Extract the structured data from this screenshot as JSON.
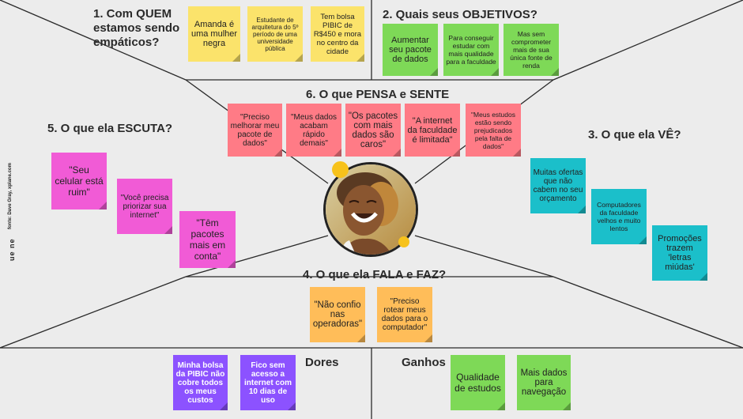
{
  "sections": {
    "who": "1. Com QUEM estamos sendo empáticos?",
    "goals": "2. Quais seus OBJETIVOS?",
    "sees": "3. O que ela VÊ?",
    "says_does": "4. O que ela FALA e FAZ?",
    "hears": "5. O que ela ESCUTA?",
    "thinks_feels": "6. O que PENSA e SENTE",
    "pains": "Dores",
    "gains": "Ganhos"
  },
  "credit": "fonte: Dave Gray, xplane.com",
  "logo": "ue ne",
  "notes": {
    "who": [
      "Amanda é uma mulher negra",
      "Estudante de arquitetura do 5º período de uma universidade pública",
      "Tem bolsa PIBIC de R$450 e mora no centro da cidade"
    ],
    "goals": [
      "Aumentar seu pacote de dados",
      "Para conseguir estudar com mais qualidade para a faculdade",
      "Mas sem comprometer mais de sua única fonte de renda"
    ],
    "thinks": [
      "\"Preciso melhorar meu pacote de dados\"",
      "\"Meus dados acabam rápido demais\"",
      "\"Os pacotes com mais dados são caros\"",
      "\"A internet da faculdade é limitada\"",
      "\"Meus estudos estão sendo prejudicados pela falta de dados\""
    ],
    "hears": [
      "\"Seu celular está ruim\"",
      "\"Você precisa priorizar sua internet\"",
      "\"Têm pacotes mais em conta\""
    ],
    "sees": [
      "Muitas ofertas que não cabem no seu orçamento",
      "Computadores da faculdade velhos e muito lentos",
      "Promoções trazem 'letras miúdas'"
    ],
    "says": [
      "\"Não confio nas operadoras\"",
      "\"Preciso rotear meus dados para o computador\""
    ],
    "pains": [
      "Minha bolsa da PIBIC não cobre todos os meus custos",
      "Fico sem acesso a internet com 10 dias de uso"
    ],
    "gains": [
      "Qualidade de estudos",
      "Mais dados para navegação"
    ]
  },
  "colors": {
    "yellow": "#fbe36b",
    "green": "#7ed957",
    "pink": "#ff7b86",
    "magenta": "#f15bd6",
    "cyan": "#1bbfca",
    "orange": "#ffbd59",
    "purple": "#8c52ff",
    "accent_dot": "#f7c21b"
  },
  "avatar": "smiling-woman-portrait"
}
